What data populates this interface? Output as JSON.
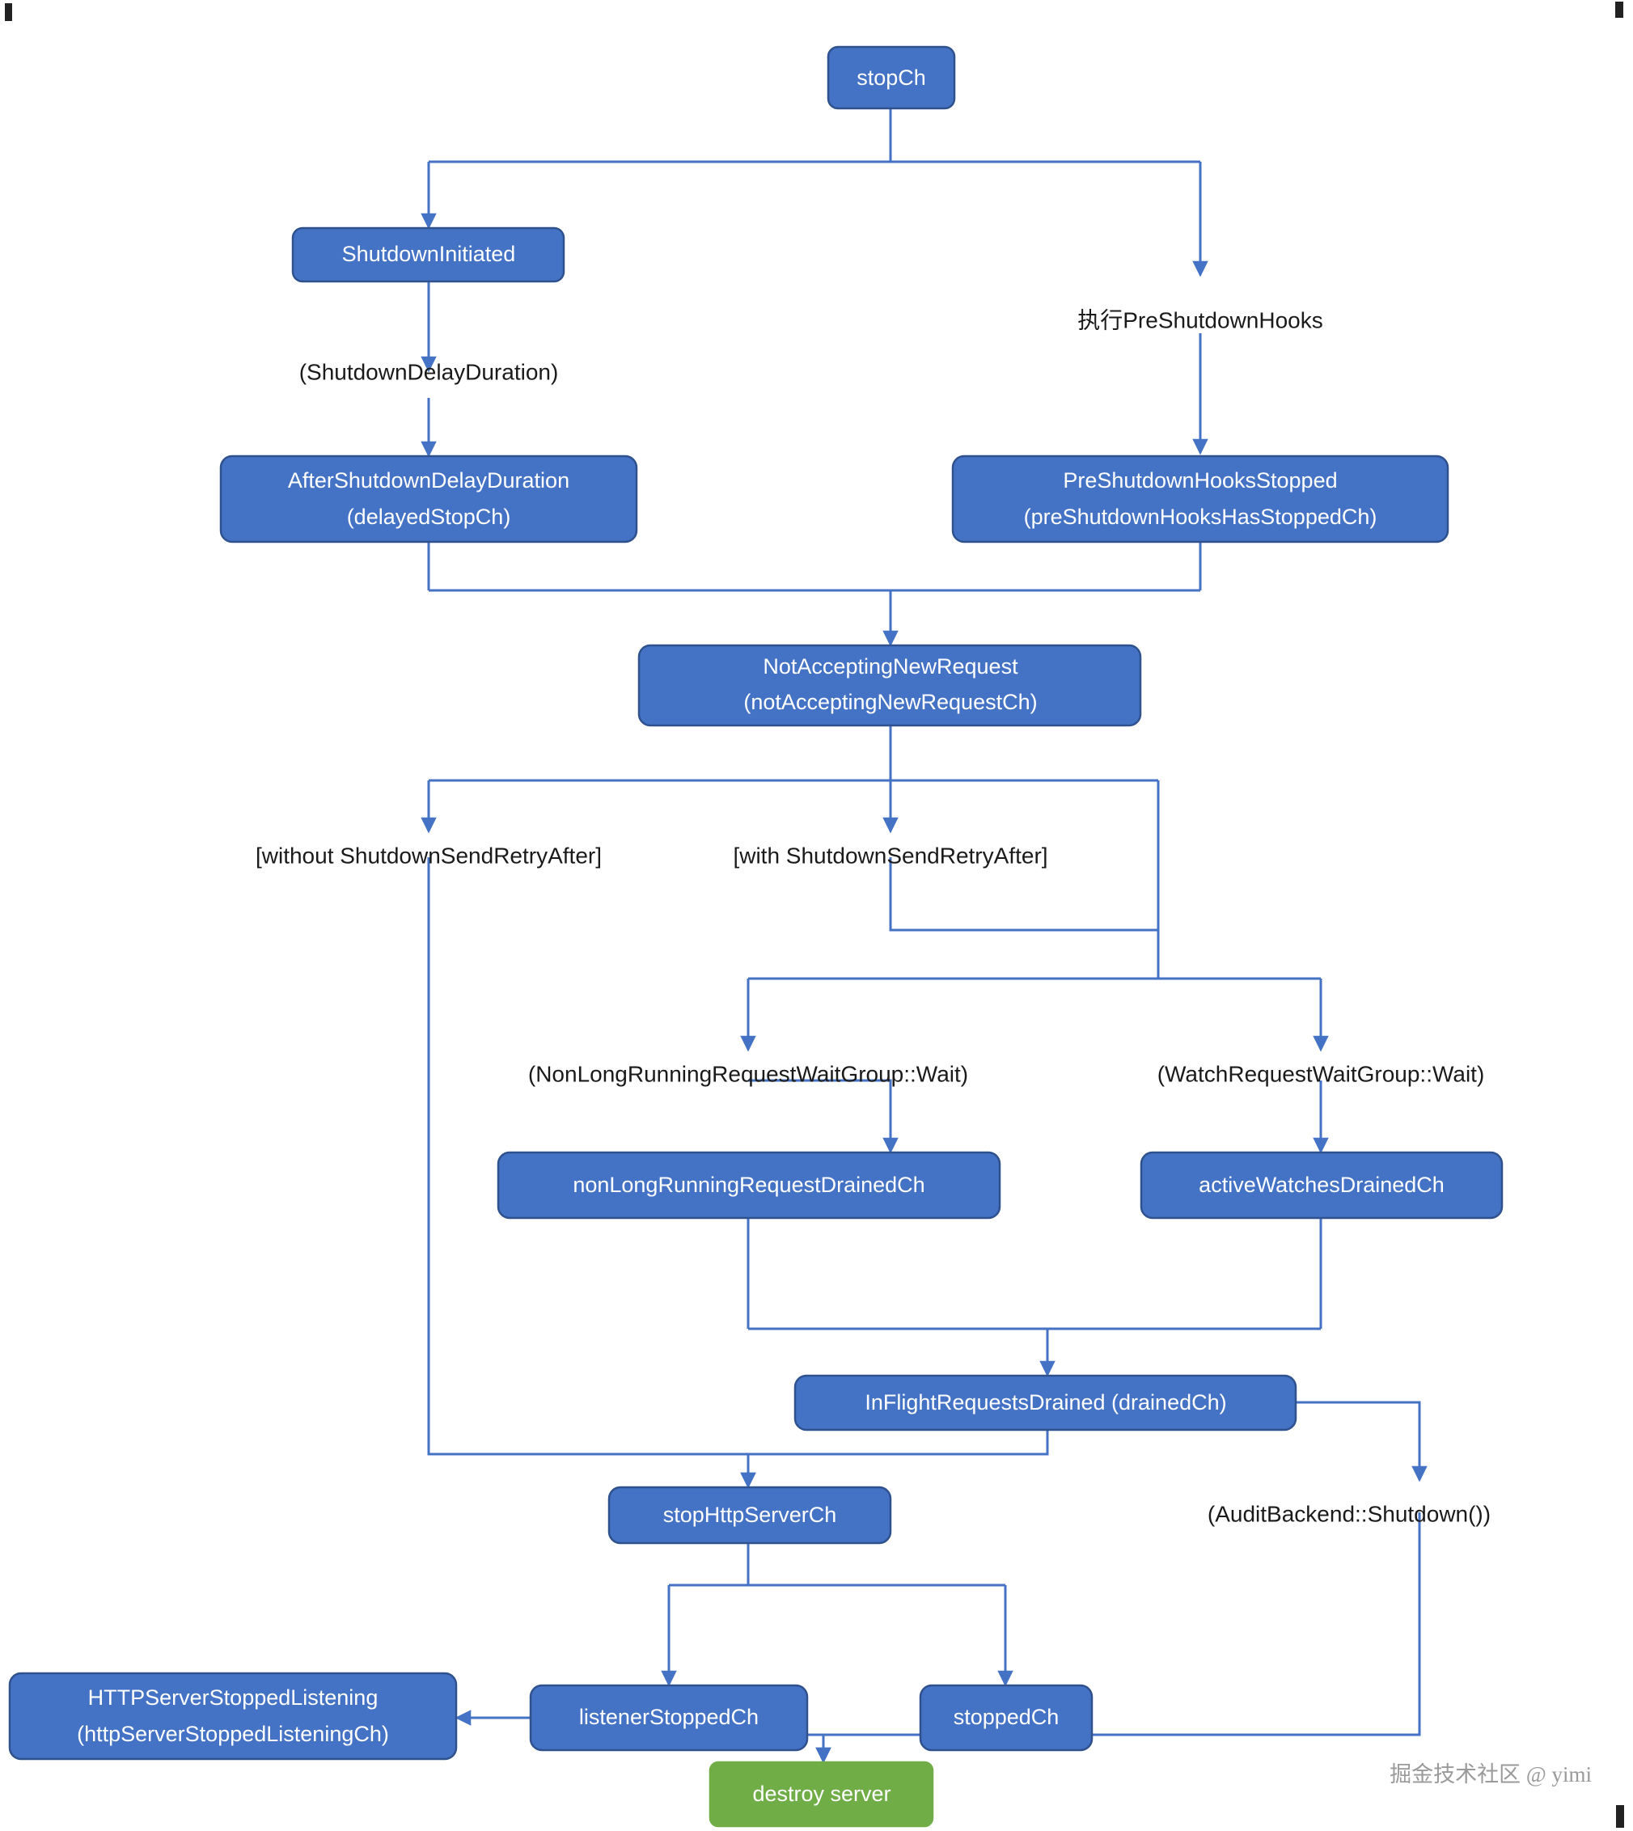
{
  "diagram": {
    "title": "Kubernetes apiserver graceful shutdown sequence",
    "colors": {
      "node_fill": "#4472C4",
      "node_stroke": "#2F528F",
      "terminal_fill": "#70AD47",
      "edge": "#4472C4",
      "edge_label": "#1a1a1a",
      "background": "#ffffff"
    },
    "watermark": "掘金技术社区 @ yimi",
    "nodes": [
      {
        "id": "stopCh",
        "label": "stopCh",
        "lines": [
          "stopCh"
        ],
        "kind": "process"
      },
      {
        "id": "shutdownInitiated",
        "label": "ShutdownInitiated",
        "lines": [
          "ShutdownInitiated"
        ],
        "kind": "process"
      },
      {
        "id": "afterShutdownDelayDuration",
        "label": "AfterShutdownDelayDuration (delayedStopCh)",
        "lines": [
          "AfterShutdownDelayDuration",
          "(delayedStopCh)"
        ],
        "kind": "process"
      },
      {
        "id": "preShutdownHooksStopped",
        "label": "PreShutdownHooksStopped (preShutdownHooksHasStoppedCh)",
        "lines": [
          "PreShutdownHooksStopped",
          "(preShutdownHooksHasStoppedCh)"
        ],
        "kind": "process"
      },
      {
        "id": "notAcceptingNewRequest",
        "label": "NotAcceptingNewRequest (notAcceptingNewRequestCh)",
        "lines": [
          "NotAcceptingNewRequest",
          "(notAcceptingNewRequestCh)"
        ],
        "kind": "process"
      },
      {
        "id": "nonLongRunningRequestDrainedCh",
        "label": "nonLongRunningRequestDrainedCh",
        "lines": [
          "nonLongRunningRequestDrainedCh"
        ],
        "kind": "process"
      },
      {
        "id": "activeWatchesDrainedCh",
        "label": "activeWatchesDrainedCh",
        "lines": [
          "activeWatchesDrainedCh"
        ],
        "kind": "process"
      },
      {
        "id": "inFlightRequestsDrained",
        "label": "InFlightRequestsDrained (drainedCh)",
        "lines": [
          "InFlightRequestsDrained (drainedCh)"
        ],
        "kind": "process"
      },
      {
        "id": "stopHttpServerCh",
        "label": "stopHttpServerCh",
        "lines": [
          "stopHttpServerCh"
        ],
        "kind": "process"
      },
      {
        "id": "httpServerStoppedListening",
        "label": "HTTPServerStoppedListening (httpServerStoppedListeningCh)",
        "lines": [
          "HTTPServerStoppedListening",
          "(httpServerStoppedListeningCh)"
        ],
        "kind": "process"
      },
      {
        "id": "listenerStoppedCh",
        "label": "listenerStoppedCh",
        "lines": [
          "listenerStoppedCh"
        ],
        "kind": "process"
      },
      {
        "id": "stoppedCh",
        "label": "stoppedCh",
        "lines": [
          "stoppedCh"
        ],
        "kind": "process"
      },
      {
        "id": "destroyServer",
        "label": "destroy server",
        "lines": [
          "destroy server"
        ],
        "kind": "terminal"
      }
    ],
    "edge_labels": [
      {
        "id": "preShutdownHooks",
        "text": "执行PreShutdownHooks"
      },
      {
        "id": "shutdownDelayDuration",
        "text": "(ShutdownDelayDuration)"
      },
      {
        "id": "withoutRetryAfter",
        "text": "[without ShutdownSendRetryAfter]"
      },
      {
        "id": "withRetryAfter",
        "text": "[with ShutdownSendRetryAfter]"
      },
      {
        "id": "nonLongRunningWait",
        "text": "(NonLongRunningRequestWaitGroup::Wait)"
      },
      {
        "id": "watchRequestWait",
        "text": "(WatchRequestWaitGroup::Wait)"
      },
      {
        "id": "auditBackendShutdown",
        "text": "(AuditBackend::Shutdown())"
      }
    ],
    "edges": [
      {
        "from": "stopCh",
        "to": "shutdownInitiated",
        "label": ""
      },
      {
        "from": "stopCh",
        "to": "preShutdownHooksStopped",
        "label": "执行PreShutdownHooks"
      },
      {
        "from": "shutdownInitiated",
        "to": "afterShutdownDelayDuration",
        "label": "(ShutdownDelayDuration)"
      },
      {
        "from": "afterShutdownDelayDuration",
        "to": "notAcceptingNewRequest",
        "label": ""
      },
      {
        "from": "preShutdownHooksStopped",
        "to": "notAcceptingNewRequest",
        "label": ""
      },
      {
        "from": "notAcceptingNewRequest",
        "to": "stopHttpServerCh",
        "label": "[without ShutdownSendRetryAfter]"
      },
      {
        "from": "notAcceptingNewRequest",
        "to": "nonLongRunningRequestDrainedCh",
        "label": "[with ShutdownSendRetryAfter] / (NonLongRunningRequestWaitGroup::Wait)"
      },
      {
        "from": "notAcceptingNewRequest",
        "to": "activeWatchesDrainedCh",
        "label": "(WatchRequestWaitGroup::Wait)"
      },
      {
        "from": "nonLongRunningRequestDrainedCh",
        "to": "inFlightRequestsDrained",
        "label": ""
      },
      {
        "from": "activeWatchesDrainedCh",
        "to": "inFlightRequestsDrained",
        "label": ""
      },
      {
        "from": "inFlightRequestsDrained",
        "to": "stopHttpServerCh",
        "label": ""
      },
      {
        "from": "inFlightRequestsDrained",
        "to": "destroyServer",
        "label": "(AuditBackend::Shutdown())"
      },
      {
        "from": "stopHttpServerCh",
        "to": "listenerStoppedCh",
        "label": ""
      },
      {
        "from": "stopHttpServerCh",
        "to": "stoppedCh",
        "label": ""
      },
      {
        "from": "listenerStoppedCh",
        "to": "httpServerStoppedListening",
        "label": ""
      },
      {
        "from": "listenerStoppedCh",
        "to": "destroyServer",
        "label": ""
      },
      {
        "from": "stoppedCh",
        "to": "destroyServer",
        "label": ""
      }
    ]
  }
}
